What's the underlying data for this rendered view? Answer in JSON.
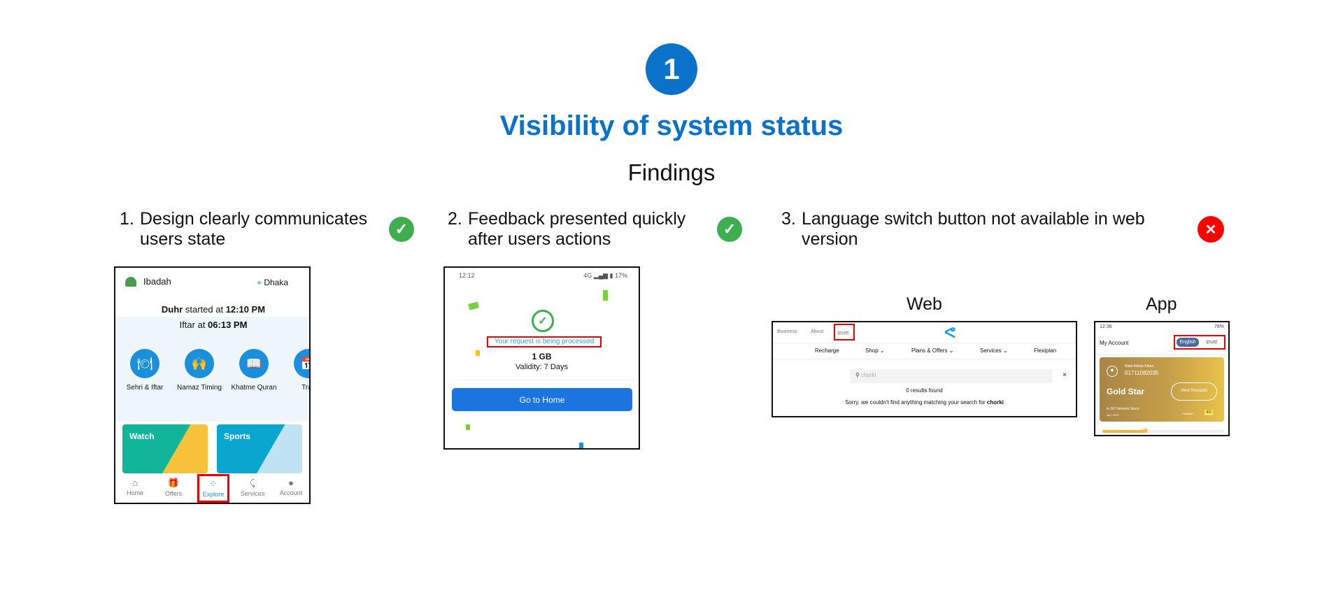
{
  "header": {
    "number": "1",
    "title": "Visibility of system status",
    "subtitle": "Findings"
  },
  "colors": {
    "brand": "#0a72c9",
    "pass": "#3fae4f",
    "fail": "#ff0000",
    "highlight": "#e00000"
  },
  "findings": [
    {
      "n": "1.",
      "text": "Design clearly communicates users state",
      "status": "check-icon"
    },
    {
      "n": "2.",
      "text": "Feedback presented quickly after users actions",
      "status": "check-icon"
    },
    {
      "n": "3.",
      "text": "Language switch button not available in web version",
      "status": "x-icon"
    }
  ],
  "phone1": {
    "app_name": "Ibadah",
    "location": "Dhaka",
    "line1_bold": "Duhr",
    "line1_rest": " started at ",
    "line1_time": "12:10 PM",
    "line2_rest": "Iftar at ",
    "line2_time": "06:13 PM",
    "categories": [
      "Sehri & Iftar",
      "Namaz Timing",
      "Khatme Quran",
      "Trac"
    ],
    "cards": [
      "Watch",
      "Sports"
    ],
    "nav": [
      "Home",
      "Offers",
      "Explore",
      "Services",
      "Account"
    ],
    "active_nav": "Explore"
  },
  "phone2": {
    "time": "12:12",
    "battery": "17%",
    "network": "4G",
    "status_msg": "Your request is being processed",
    "pack": "1 GB",
    "validity": "Validity: 7 Days",
    "button": "Go to Home"
  },
  "web": {
    "label": "Web",
    "top_links": [
      "Business",
      "About",
      "বাংলা"
    ],
    "nav": [
      "Recharge",
      "Shop",
      "Plans & Offers",
      "Services",
      "Flexiplan"
    ],
    "search_value": "chorki",
    "results": "0 results found",
    "no_match": "Sorry, we couldn't find anything matching your search for ",
    "query": "chorki"
  },
  "app": {
    "label": "App",
    "time": "12:36",
    "battery": "78%",
    "title": "My Account",
    "lang_en": "English",
    "lang_bn": "বাংলা",
    "name": "Nidal Adnan Kibria",
    "phone": "01711082035",
    "tier": "Gold Star",
    "rewards_btn": "View Rewards",
    "since_label": "In GP Network Since:",
    "since": "Jun, 2012",
    "plan": "Postpaid",
    "net": "4G"
  }
}
